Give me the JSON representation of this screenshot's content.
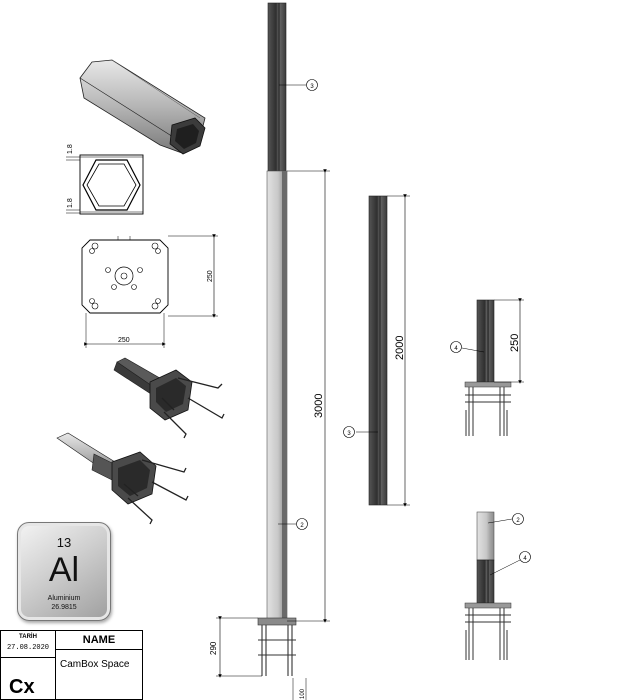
{
  "drawing": {
    "profile_thickness_top": "1.8",
    "profile_thickness_bottom": "1.8",
    "baseplate_width": "250",
    "baseplate_height": "250",
    "main_pole_length": "3000",
    "base_height": "290",
    "base_offset": "100",
    "tube_length": "2000",
    "sleeve_length": "250"
  },
  "callouts": {
    "tube_top": "3",
    "tube_standalone": "3",
    "pole_lower": "2",
    "sleeve_upper": "4",
    "detail_lower_upper": "2",
    "detail_lower_mid": "4"
  },
  "element_tile": {
    "atomic_number": "13",
    "symbol": "Al",
    "name": "Aluminium",
    "mass": "26.9815"
  },
  "title_block": {
    "date_label": "TARİH",
    "date": "27.08.2020",
    "name_header": "NAME",
    "name": "CamBox Space",
    "code": "Cx"
  },
  "colors": {
    "tube_dark": "#3a3a3a",
    "tube_mid": "#6b6b6b",
    "pole_light": "#c9c9c9",
    "pole_shade": "#a5a5a5",
    "line": "#000000"
  }
}
